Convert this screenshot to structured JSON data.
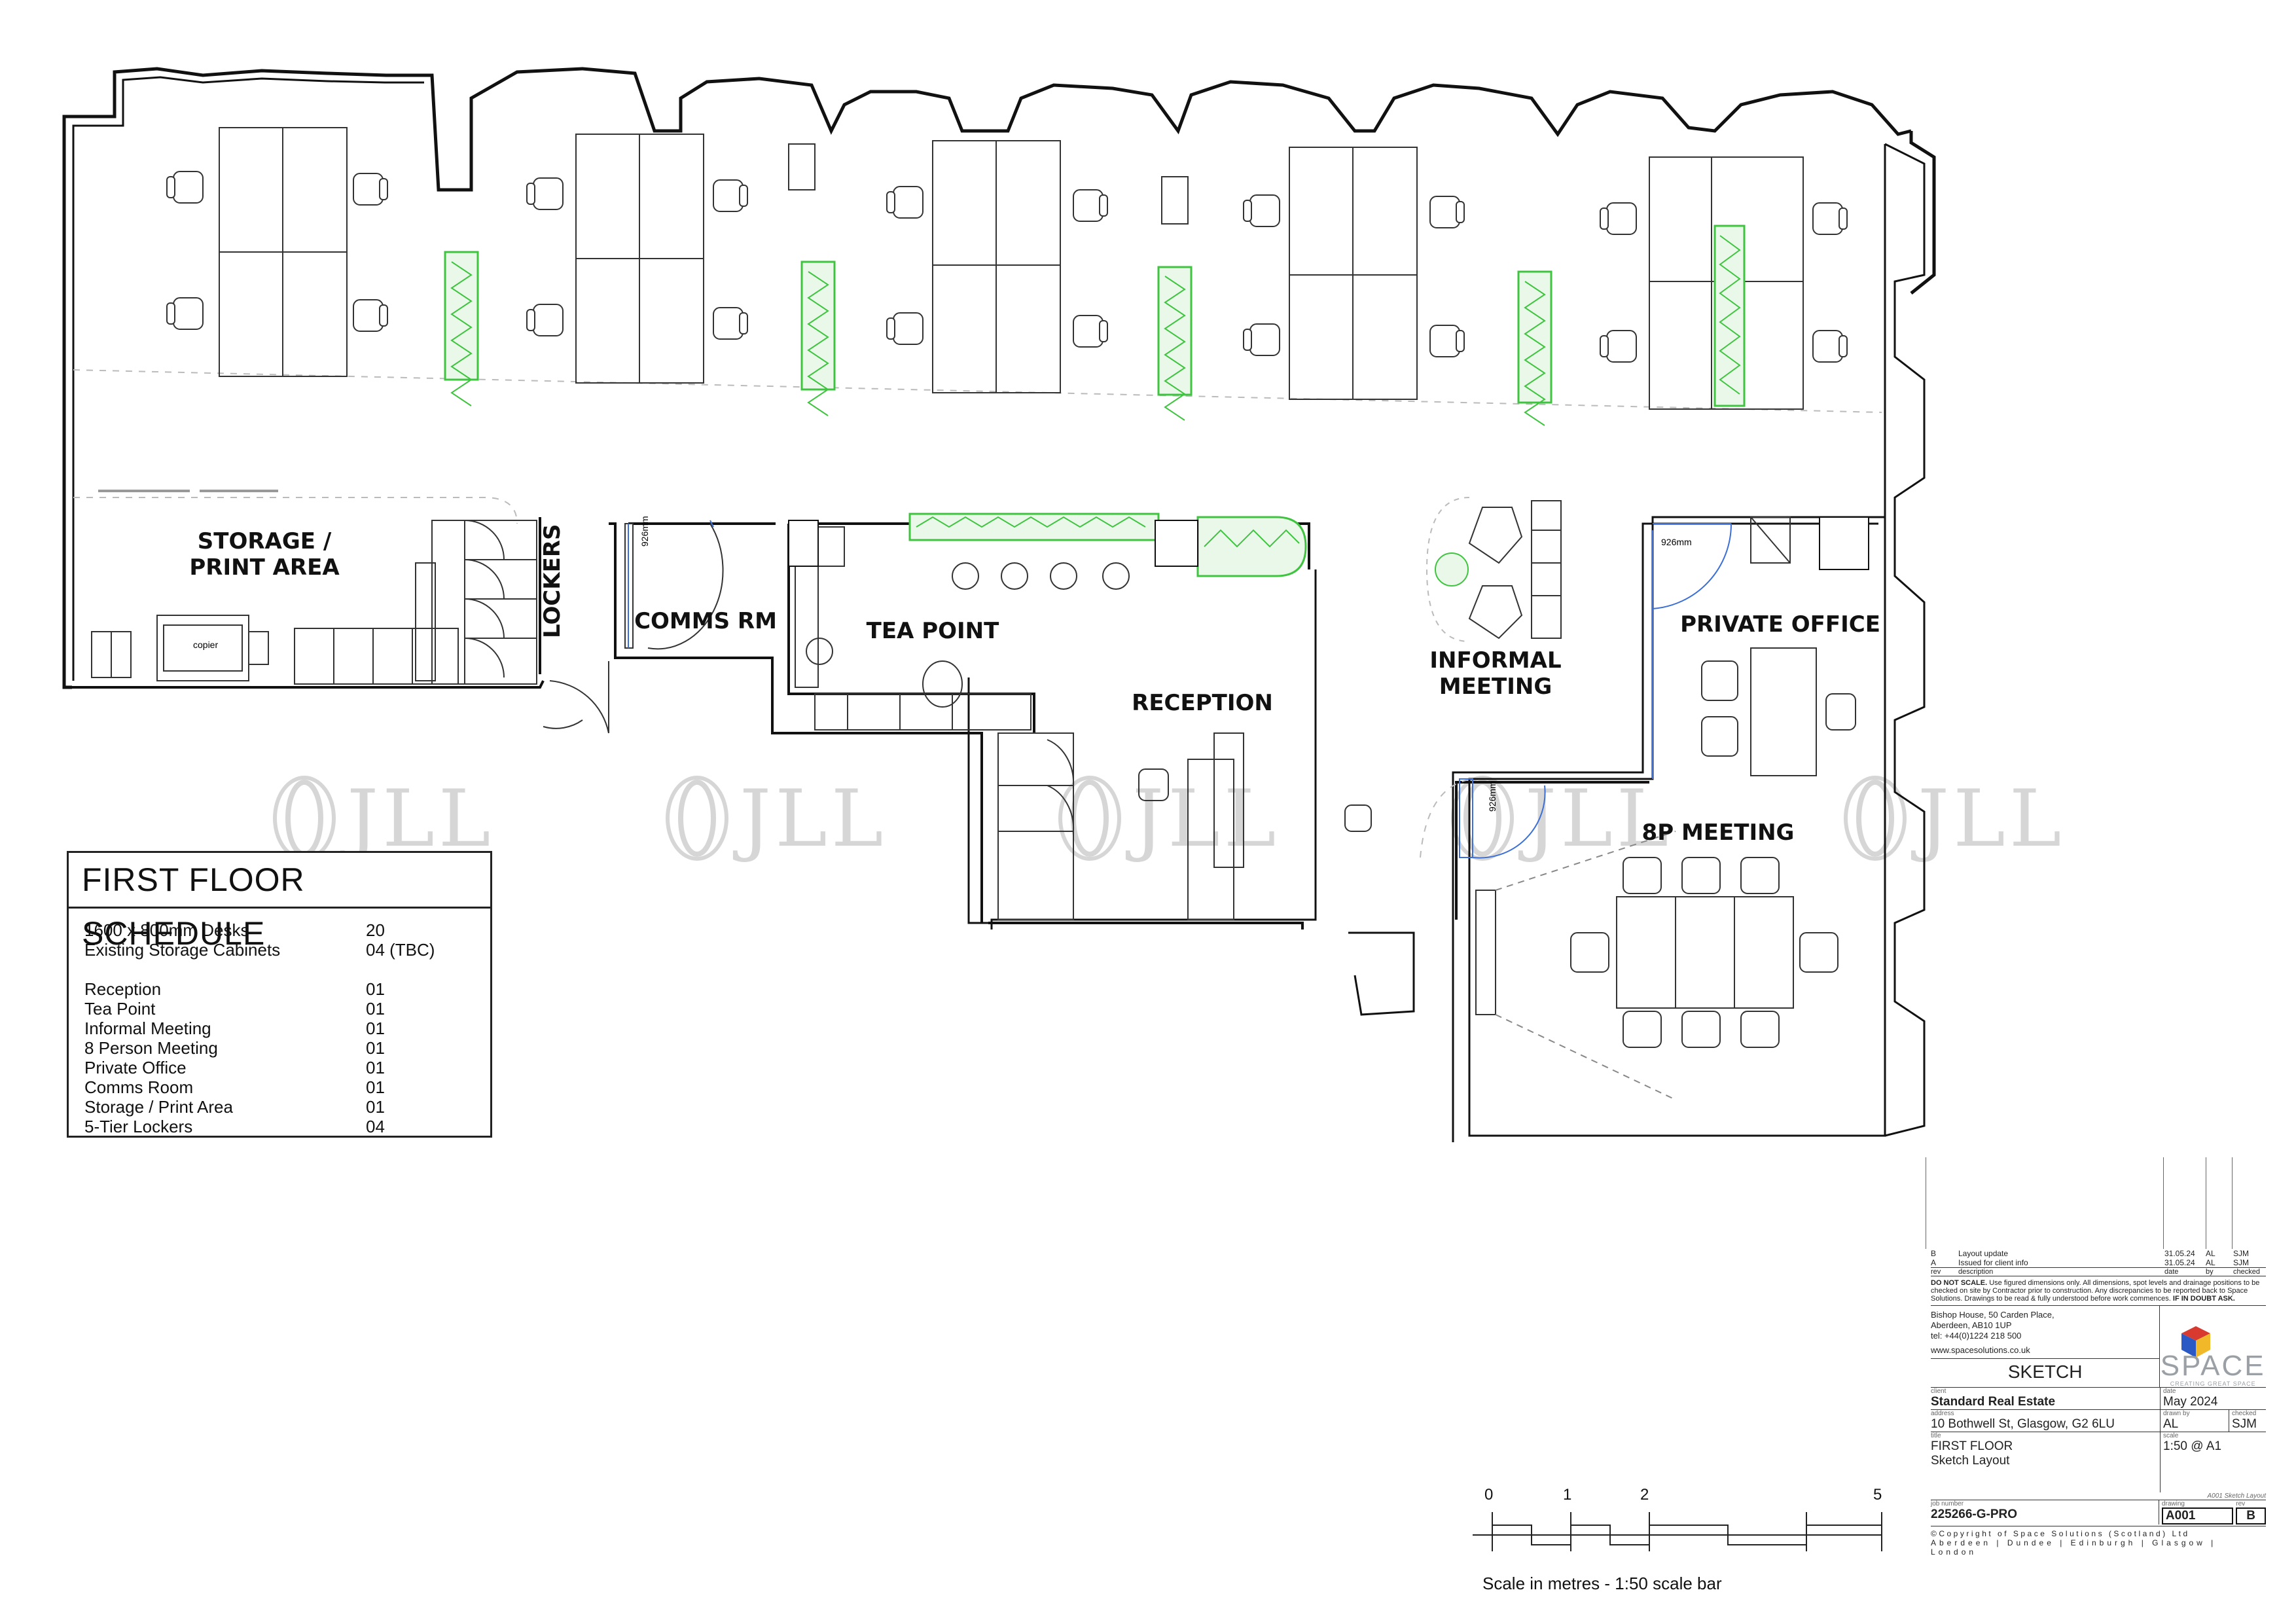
{
  "rooms": {
    "storage": "STORAGE /",
    "storage2": "PRINT AREA",
    "lockers": "LOCKERS",
    "comms": "COMMS RM",
    "tea": "TEA POINT",
    "reception": "RECEPTION",
    "informal1": "INFORMAL",
    "informal2": "MEETING",
    "private": "PRIVATE OFFICE",
    "meeting8": "8P MEETING"
  },
  "dimensions": {
    "d1": "926mm",
    "d2": "926mm",
    "d3": "926mm"
  },
  "appliance_label": "copier",
  "watermark": "JLL",
  "schedule": {
    "title": "FIRST FLOOR SCHEDULE",
    "rows": [
      {
        "label": "1600 x 800mm Desks",
        "value": "20"
      },
      {
        "label": "Existing Storage Cabinets",
        "value": "04 (TBC)"
      },
      {
        "label": "Reception",
        "value": "01"
      },
      {
        "label": "Tea Point",
        "value": "01"
      },
      {
        "label": "Informal Meeting",
        "value": "01"
      },
      {
        "label": "8 Person Meeting",
        "value": "01"
      },
      {
        "label": "Private Office",
        "value": "01"
      },
      {
        "label": "Comms Room",
        "value": "01"
      },
      {
        "label": "Storage / Print Area",
        "value": "01"
      },
      {
        "label": "5-Tier Lockers",
        "value": "04"
      }
    ]
  },
  "scale_bar": {
    "ticks": [
      "0",
      "1",
      "2",
      "5"
    ],
    "caption": "Scale in metres - 1:50 scale bar"
  },
  "title_block": {
    "revisions": [
      {
        "rev": "B",
        "description": "Layout update",
        "date": "31.05.24",
        "by": "AL",
        "checked": "SJM"
      },
      {
        "rev": "A",
        "description": "Issued for client info",
        "date": "31.05.24",
        "by": "AL",
        "checked": "SJM"
      }
    ],
    "rev_headers": {
      "rev": "rev",
      "description": "description",
      "date": "date",
      "by": "by",
      "checked": "checked"
    },
    "notice_bold": "DO NOT SCALE.",
    "notice": "Use figured dimensions only. All dimensions, spot levels and drainage positions to be checked on site by Contractor prior to construction. Any discrepancies to be reported back to Space Solutions. Drawings to be read & fully understood before work commences.",
    "notice_end": "IF IN DOUBT ASK.",
    "address1": "Bishop House, 50 Carden Place,",
    "address2": "Aberdeen, AB10 1UP",
    "tel": "tel: +44(0)1224 218 500",
    "web": "www.spacesolutions.co.uk",
    "status": "SKETCH",
    "logo_text": "SPACE",
    "logo_tagline": "CREATING GREAT SPACE",
    "client_cap": "client",
    "client": "Standard Real Estate",
    "date_cap": "date",
    "date": "May 2024",
    "address_cap": "address",
    "address": "10 Bothwell St, Glasgow, G2 6LU",
    "drawn_cap": "drawn by",
    "drawn": "AL",
    "checked_cap": "checked",
    "checked": "SJM",
    "title_cap": "title",
    "title1": "FIRST FLOOR",
    "title2": "Sketch Layout",
    "scale_cap": "scale",
    "scale": "1:50 @ A1",
    "file_ref": "A001 Sketch Layout",
    "job_cap": "job number",
    "job": "225266-G-PRO",
    "dwg_cap": "drawing",
    "dwg": "A001",
    "rev_cap": "rev",
    "rev": "B",
    "copyright": "©Copyright of Space Solutions (Scotland) Ltd",
    "offices": "Aberdeen | Dundee | Edinburgh | Glasgow | London"
  },
  "colors": {
    "planter": "#3fc43f",
    "wall": "#111111",
    "door_glass": "#3b6fd6",
    "watermark": "#d6d6d6"
  }
}
